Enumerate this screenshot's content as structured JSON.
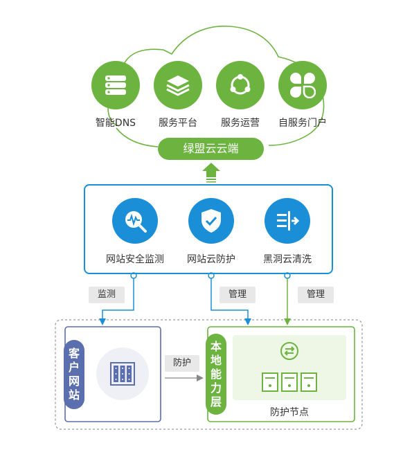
{
  "cloud": {
    "services": [
      {
        "label": "智能DNS",
        "icon": "database-stack-icon"
      },
      {
        "label": "服务平台",
        "icon": "layers-icon"
      },
      {
        "label": "服务运营",
        "icon": "cycle-icon"
      },
      {
        "label": "自服务门户",
        "icon": "clover-icon"
      }
    ],
    "banner": "绿盟云云端"
  },
  "protection": {
    "items": [
      {
        "label": "网站安全监测",
        "icon": "monitor-search-icon"
      },
      {
        "label": "网站云防护",
        "icon": "shield-check-icon"
      },
      {
        "label": "黑洞云清洗",
        "icon": "filter-arrow-icon"
      }
    ]
  },
  "connectors": {
    "monitor": "监测",
    "manage_1": "管理",
    "manage_2": "管理",
    "protect": "防护"
  },
  "customer": {
    "label": "客户网站",
    "chars": [
      "客",
      "户",
      "网",
      "站"
    ]
  },
  "local": {
    "label": "本地能力层",
    "chars": [
      "本",
      "地",
      "能",
      "力",
      "层"
    ],
    "node_label": "防护节点"
  },
  "colors": {
    "green": "#6cb33f",
    "blue": "#1a8fd7",
    "slate": "#5b6eae"
  }
}
